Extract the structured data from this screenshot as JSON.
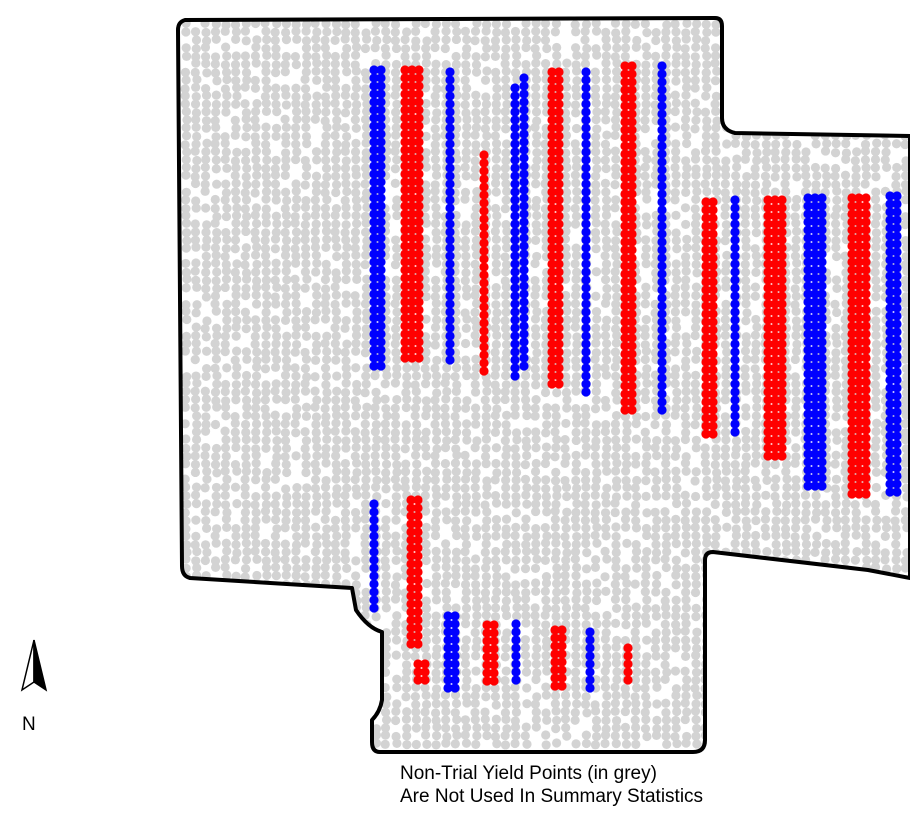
{
  "map": {
    "north_label": "N",
    "caption_line1": "Non-Trial Yield Points (in grey)",
    "caption_line2": "Are Not Used In Summary Statistics",
    "colors": {
      "non_trial": "#d3d3d3",
      "series_red": "#ff0000",
      "series_blue": "#0000ff",
      "boundary": "#000000"
    }
  }
}
